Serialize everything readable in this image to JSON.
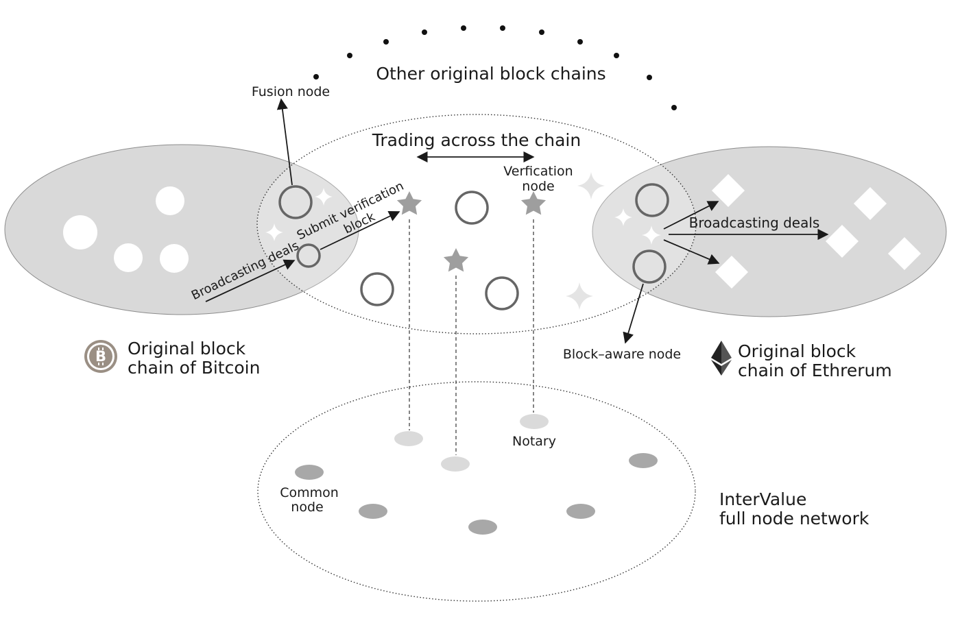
{
  "labels": {
    "other_chains": "Other original block chains",
    "fusion_node": "Fusion node",
    "trading_across": "Trading across the chain",
    "verification_node_1": "Verfication",
    "verification_node_2": "node",
    "submit_block_1": "Submit verification",
    "submit_block_2": "block",
    "broadcasting_left": "Broadcasting deals",
    "broadcasting_right": "Broadcasting deals",
    "bitcoin_chain_1": "Original block",
    "bitcoin_chain_2": "chain of Bitcoin",
    "block_aware_node": "Block–aware node",
    "ethereum_chain_1": "Original block",
    "ethereum_chain_2": "chain of Ethrerum",
    "notary": "Notary",
    "common_node_1": "Common",
    "common_node_2": "node",
    "intervalue_1": "InterValue",
    "intervalue_2": "full node network"
  },
  "colors": {
    "chain_fill": "#d9d9d9",
    "node_stroke": "#666666",
    "star_fill": "#9e9e9e",
    "sparkle_fill": "#e6e6e6",
    "notary_fill": "#dadada",
    "common_fill": "#a8a8a8",
    "line": "#1a1a1a"
  },
  "icons": {
    "bitcoin": "bitcoin-logo-icon",
    "ethereum": "ethereum-logo-icon"
  }
}
